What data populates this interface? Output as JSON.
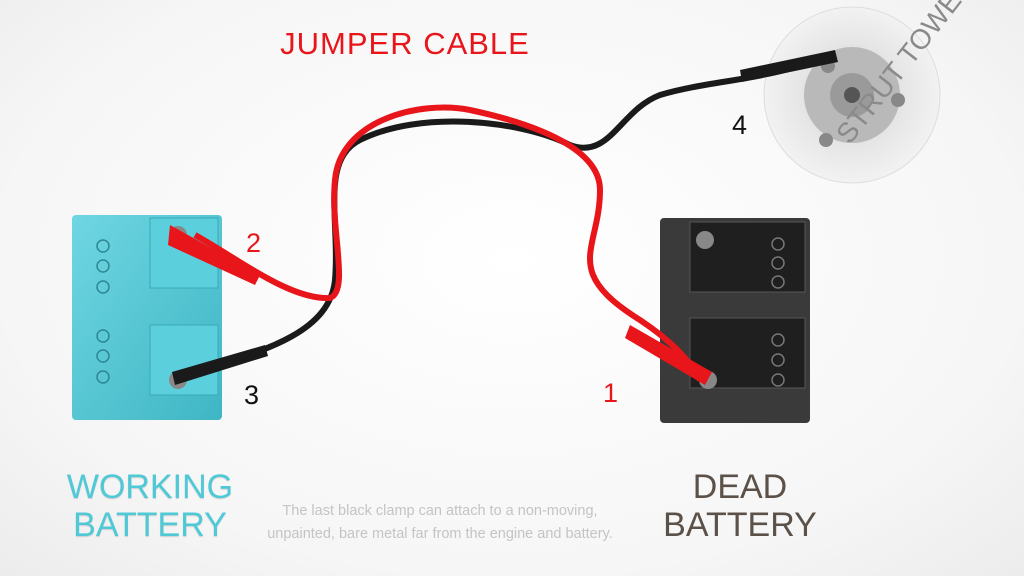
{
  "title": "JUMPER CABLE",
  "labels": {
    "working_battery": [
      "WORKING",
      "BATTERY"
    ],
    "dead_battery": [
      "DEAD",
      "BATTERY"
    ],
    "strut_tower": "STRUT TOWER"
  },
  "steps": {
    "one": "1",
    "two": "2",
    "three": "3",
    "four": "4"
  },
  "caption": [
    "The last black clamp can attach to a non-moving,",
    "unpainted, bare metal far from the engine and battery."
  ],
  "colors": {
    "positive_cable": "#e8161b",
    "negative_cable": "#1a1a1a",
    "working_battery": "#4fc9d6",
    "dead_battery": "#3a3a3a"
  }
}
